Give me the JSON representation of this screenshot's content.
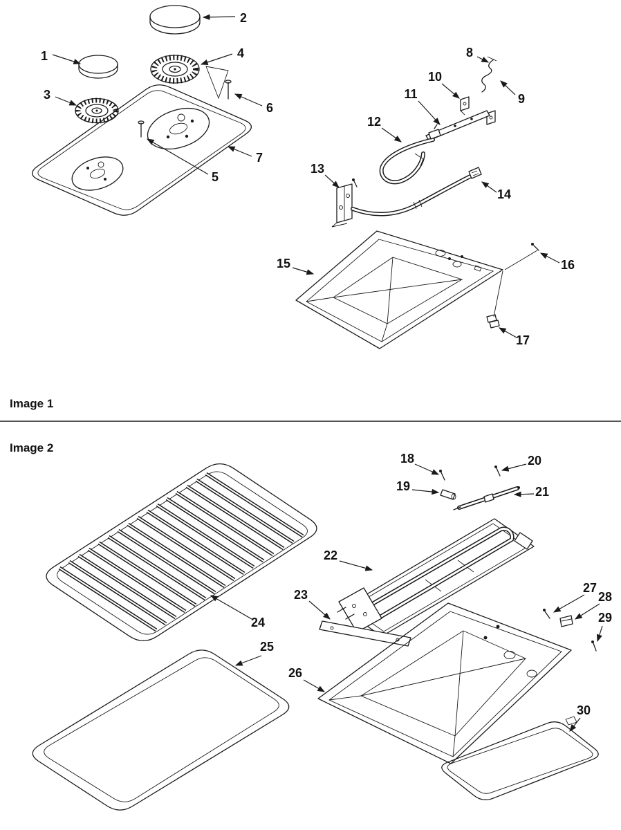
{
  "meta": {
    "background": "#ffffff",
    "ink": "#1a1a1a"
  },
  "captions": {
    "image1": "Image 1",
    "image2": "Image 2"
  },
  "image1": {
    "callouts": [
      "1",
      "2",
      "3",
      "4",
      "5",
      "6",
      "7",
      "8",
      "9",
      "10",
      "11",
      "12",
      "13",
      "14",
      "15",
      "16",
      "17"
    ]
  },
  "image2": {
    "callouts": [
      "18",
      "19",
      "20",
      "21",
      "22",
      "23",
      "24",
      "25",
      "26",
      "27",
      "28",
      "29",
      "30"
    ]
  }
}
